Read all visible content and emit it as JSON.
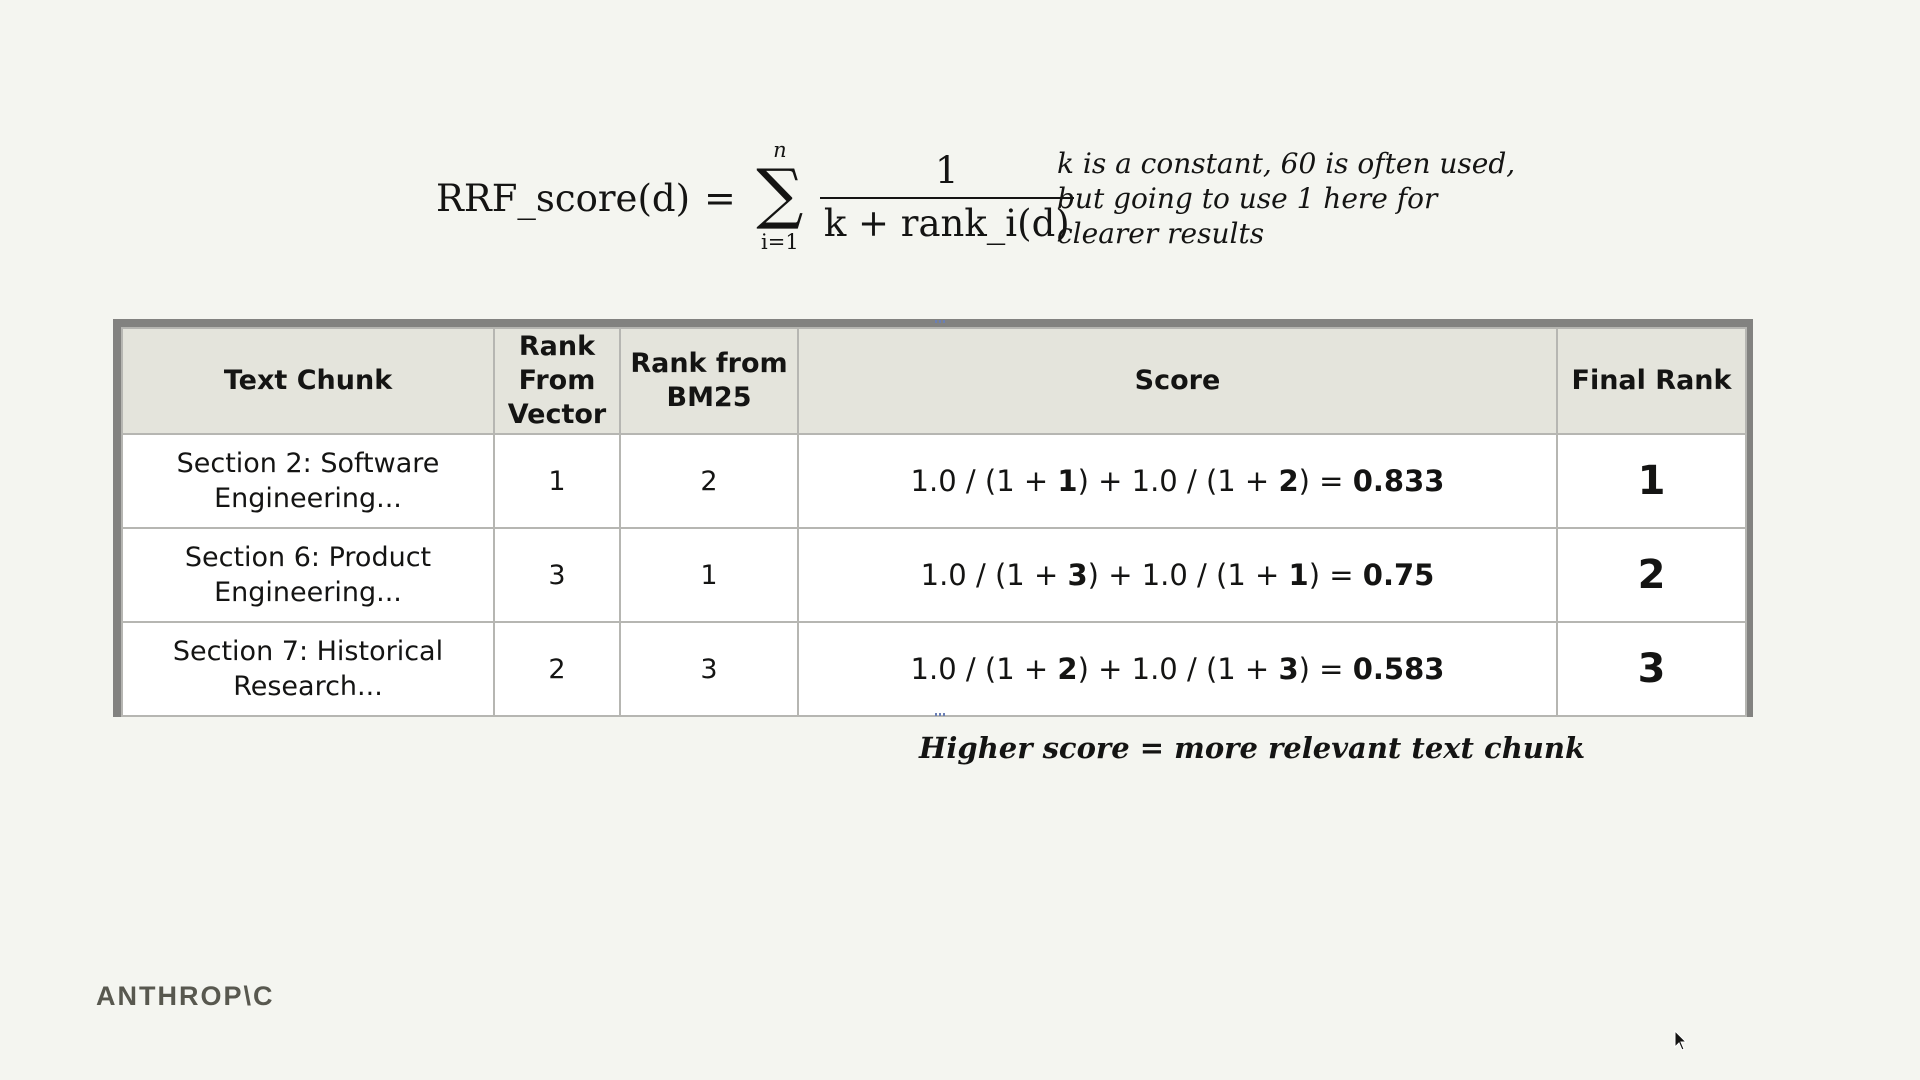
{
  "formula": {
    "lhs": "RRF_score(d)",
    "equals": "=",
    "sum_upper": "n",
    "sum_lower": "i=1",
    "numerator": "1",
    "denominator": "k + rank_i(d)"
  },
  "note": "k is a constant, 60 is often used, but going to use 1 here for clearer results",
  "table": {
    "headers": [
      "Text Chunk",
      "Rank From Vector",
      "Rank from BM25",
      "Score",
      "Final Rank"
    ],
    "rows": [
      {
        "chunk": "Section 2: Software Engineering...",
        "rank_vector": "1",
        "rank_bm25": "2",
        "score_parts": [
          "1.0 / (1 + ",
          "1",
          ") + 1.0 / (1 + ",
          "2",
          ") = "
        ],
        "score": "0.833",
        "final_rank": "1"
      },
      {
        "chunk": "Section 6: Product Engineering...",
        "rank_vector": "3",
        "rank_bm25": "1",
        "score_parts": [
          "1.0 / (1 + ",
          "3",
          ") + 1.0 / (1 + ",
          "1",
          ") = "
        ],
        "score": "0.75",
        "final_rank": "2"
      },
      {
        "chunk": "Section 7: Historical Research...",
        "rank_vector": "2",
        "rank_bm25": "3",
        "score_parts": [
          "1.0 / (1 + ",
          "2",
          ") + 1.0 / (1 + ",
          "3",
          ") = "
        ],
        "score": "0.583",
        "final_rank": "3"
      }
    ]
  },
  "caption": "Higher score = more relevant text chunk",
  "logo": "ANTHROP\\C",
  "colors": {
    "background": "#f4f5f0",
    "header_fill": "#e4e4dc",
    "table_border": "#828280",
    "text": "#141413",
    "logo": "#58584f"
  }
}
